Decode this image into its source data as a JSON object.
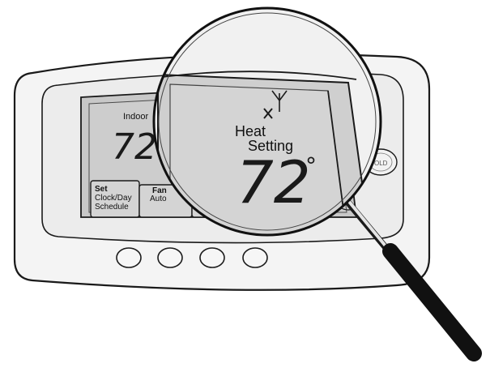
{
  "display": {
    "indoor_label": "Indoor",
    "indoor_temp": "72",
    "degree_symbol": "°",
    "softkeys": {
      "set_title": "Set",
      "set_line1": "Clock/Day",
      "set_line2": "Schedule",
      "fan_title": "Fan",
      "fan_value": "Auto"
    }
  },
  "magnified": {
    "heat_label": "Heat",
    "setting_label": "Setting",
    "set_temp": "72",
    "degree_symbol": "°"
  },
  "hold_button": {
    "label": "OLD"
  },
  "colors": {
    "outline": "#1a1a1a",
    "lcd_background": "#c8c8c8",
    "body_fill": "#f4f4f4",
    "lens_fill": "#cfcfcf"
  }
}
